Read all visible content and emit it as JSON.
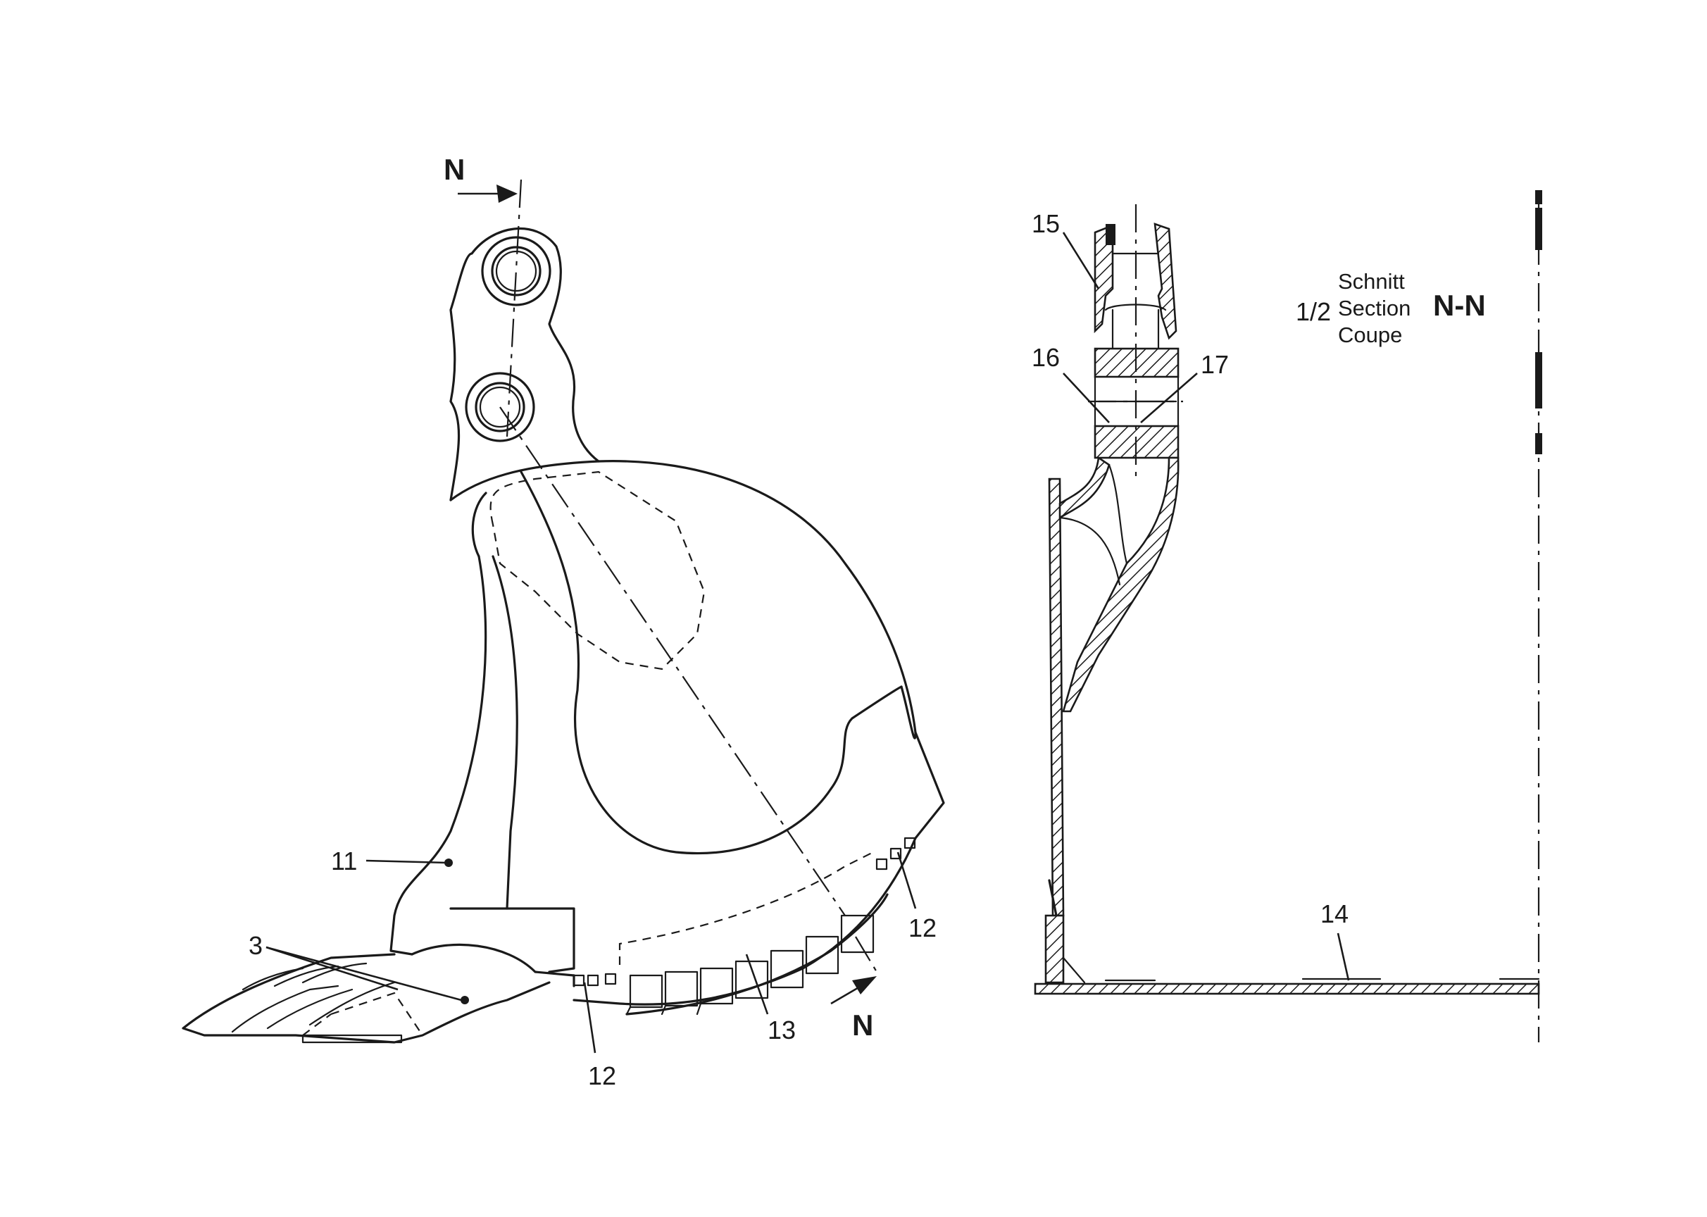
{
  "part_labels": {
    "p3": "3",
    "p11": "11",
    "p12a": "12",
    "p12b": "12",
    "p13": "13",
    "p14": "14",
    "p15": "15",
    "p16": "16",
    "p17": "17"
  },
  "section_markers": {
    "top": "N",
    "bottom": "N"
  },
  "section_note": {
    "scale": "1/2",
    "line1": "Schnitt",
    "line2": "Section",
    "line3": "Coupe",
    "name": "N-N"
  }
}
